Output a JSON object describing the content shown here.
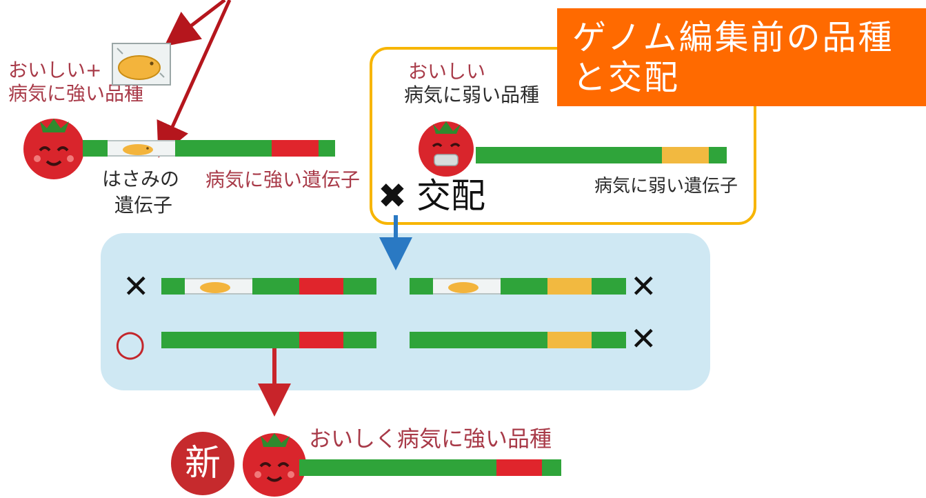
{
  "callout": {
    "line1": "ゲノム編集前の品種",
    "line2": "と交配"
  },
  "parent_a": {
    "line1": "おいしい+",
    "line2": "病気に強い品種",
    "scissor_gene_label_1": "はさみの",
    "scissor_gene_label_2": "遺伝子",
    "resistant_gene_label": "病気に強い遺伝子"
  },
  "parent_b": {
    "line1": "おいしい",
    "line2": "病気に弱い品種",
    "weak_gene_label": "病気に弱い遺伝子"
  },
  "cross_label": "交配",
  "cross_mark": "✖",
  "results": {
    "x_mark": "✕",
    "circle_mark": "○"
  },
  "new_variety": {
    "badge": "新",
    "label": "おいしく病気に強い品種"
  },
  "colors": {
    "chromosome": "#2fa43a",
    "resistant_gene": "#e0252c",
    "weak_gene": "#f2b940",
    "arrow_red": "#b5161d",
    "arrow_blue": "#2a79c3",
    "callout": "#ff6a00",
    "panel": "#cfe8f3",
    "box_border": "#f7b500"
  },
  "icons": [
    "tomato-smiling-icon",
    "tomato-masked-icon",
    "scissors-icon"
  ]
}
